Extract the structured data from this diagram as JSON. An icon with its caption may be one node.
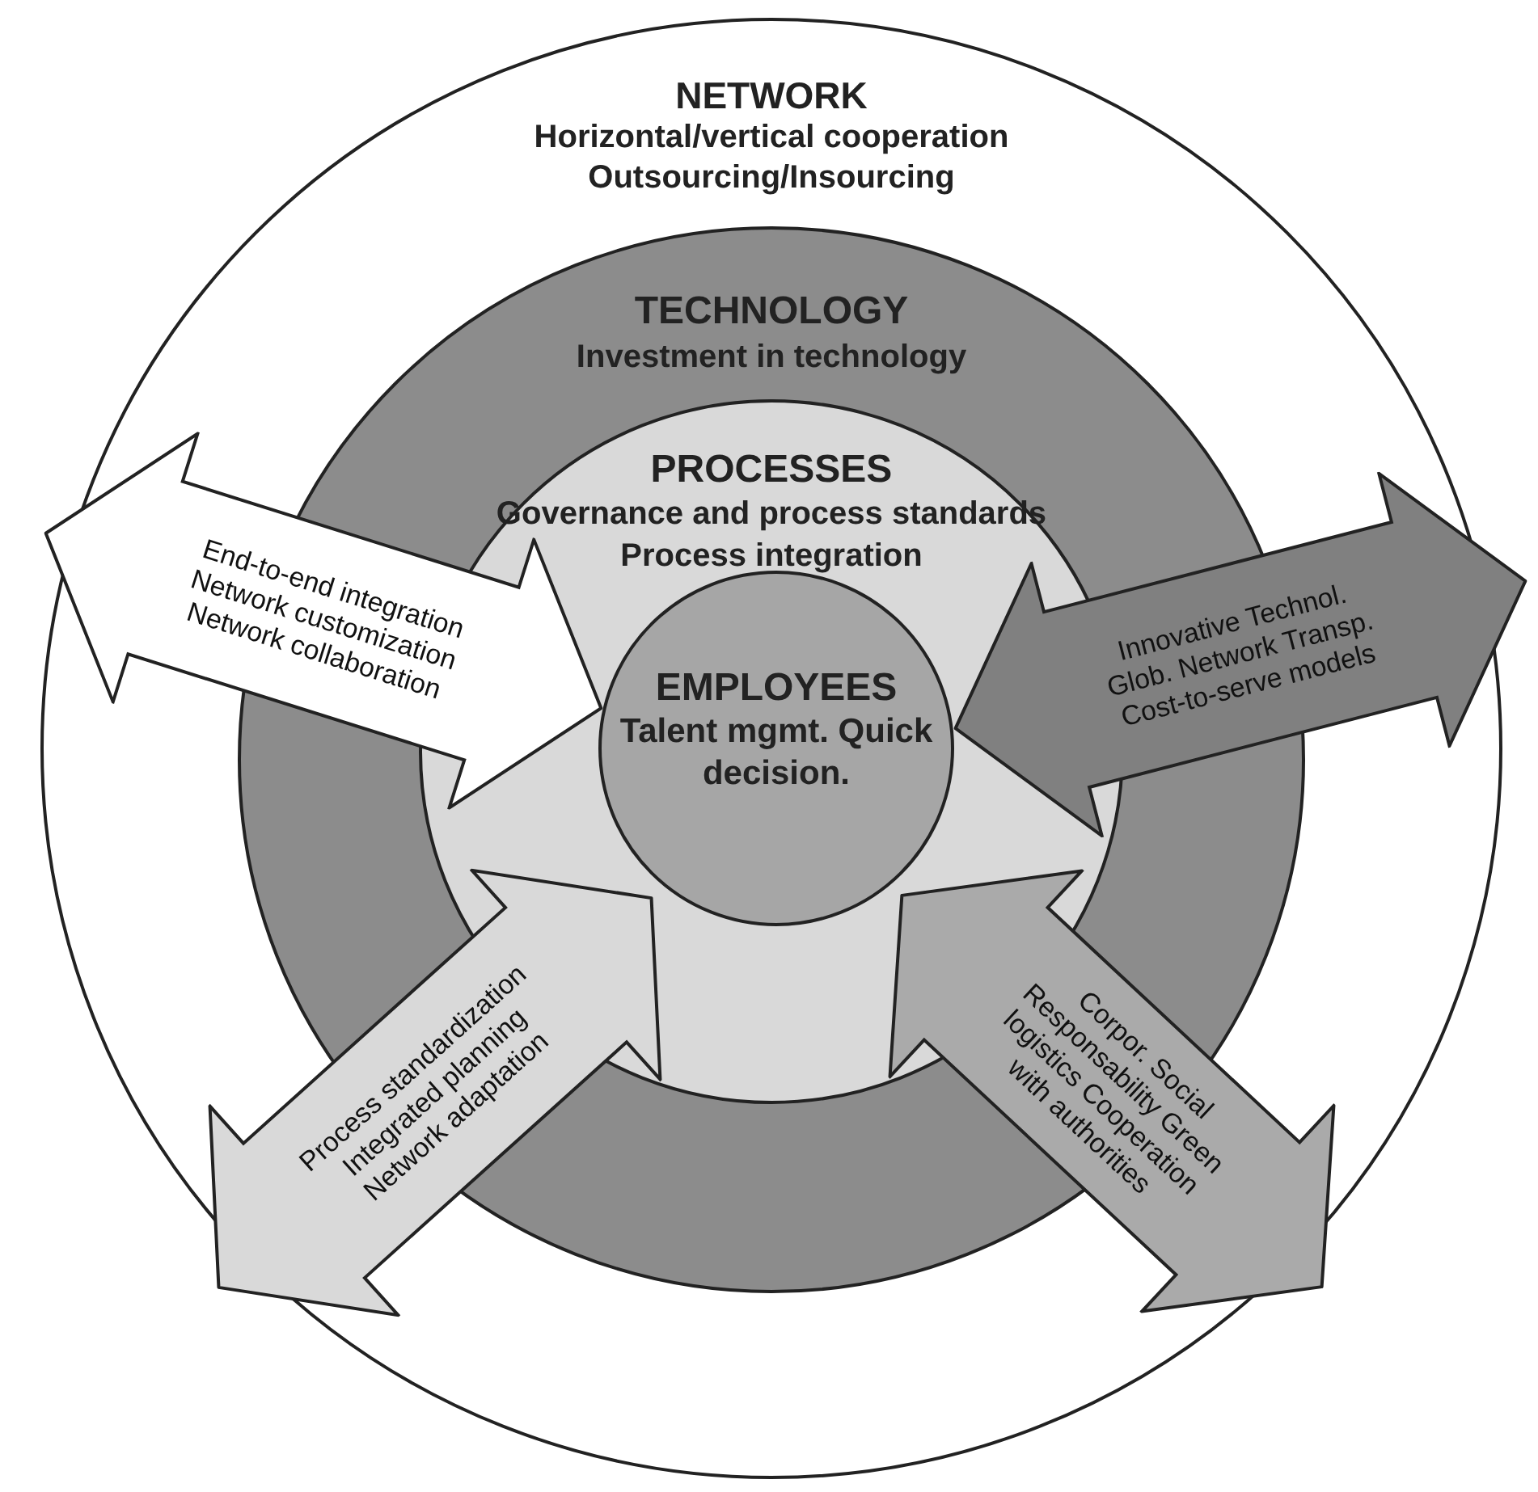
{
  "diagram": {
    "nodes": [
      {
        "text": [
          "NETWORK",
          "Horizontal/vertical cooperation",
          "Outsourcing/Insourcing"
        ]
      },
      {
        "text": [
          "TECHNOLOGY",
          "Investment in technology"
        ],
        "in": 0
      },
      {
        "text": [
          "PROCESSES",
          "Governance and process standards",
          "Process integration"
        ],
        "in": 1
      },
      {
        "text": [
          "EMPLOYEES",
          "Talent mgmt. Quick decision."
        ],
        "in": 2
      },
      {
        "text": [
          "End-to-end integration",
          "Network customization",
          "Network collaboration"
        ],
        "in": 0
      },
      {
        "text": [
          "Innovative Technol.",
          "Glob. Network Transp.",
          "Cost-to-serve models"
        ],
        "in": 0
      },
      {
        "text": [
          "Process standardization",
          "Integrated planning",
          "Network adaptation"
        ],
        "in": 0
      },
      {
        "text": [
          "Corpor. Social Responsability Green logistics Cooperation with authorities"
        ],
        "in": 0
      }
    ]
  }
}
